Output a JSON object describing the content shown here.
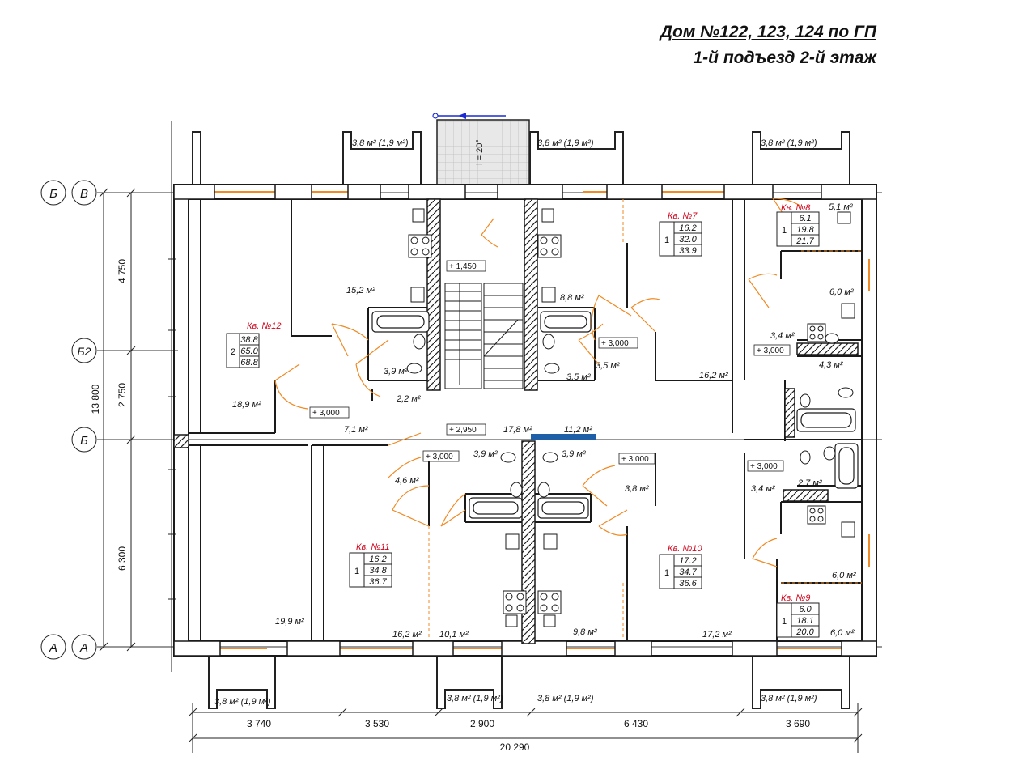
{
  "header": {
    "title": "Дом №122, 123, 124 по ГП",
    "subtitle": "1-й подъезд 2-й этаж"
  },
  "colors": {
    "walls": "#1a1a1a",
    "door_arcs": "#f08a24",
    "apartment_labels": "#d0021b",
    "highlight": "#1f5fa8",
    "arrow": "#1a2bd6"
  },
  "axes": {
    "row": [
      "В",
      "Б2",
      "Б",
      "А"
    ],
    "row_left": [
      "Б",
      "А"
    ]
  },
  "dimensions": {
    "vertical": [
      "4 750",
      "2 750",
      "6 300",
      "13 800"
    ],
    "horizontal": [
      "3 740",
      "3 530",
      "2 900",
      "6 430",
      "3 690"
    ],
    "total": "20 290"
  },
  "apartments": [
    {
      "name": "Кв. №12",
      "rooms": "2",
      "areas": [
        "38.8",
        "65.0",
        "68.8"
      ]
    },
    {
      "name": "Кв. №7",
      "rooms": "1",
      "areas": [
        "16.2",
        "32.0",
        "33.9"
      ]
    },
    {
      "name": "Кв. №8",
      "rooms": "1",
      "areas": [
        "6.1",
        "19.8",
        "21.7"
      ]
    },
    {
      "name": "Кв. №11",
      "rooms": "1",
      "areas": [
        "16.2",
        "34.8",
        "36.7"
      ]
    },
    {
      "name": "Кв. №10",
      "rooms": "1",
      "areas": [
        "17.2",
        "34.7",
        "36.6"
      ]
    },
    {
      "name": "Кв. №9",
      "rooms": "1",
      "areas": [
        "6.0",
        "18.1",
        "20.0"
      ]
    }
  ],
  "room_areas": {
    "r15_2": "15,2 м²",
    "r18_9": "18,9 м²",
    "r19_9": "19,9 м²",
    "r16_2a": "16,2 м²",
    "r10_1": "10,1 м²",
    "r9_8": "9,8 м²",
    "r17_2": "17,2 м²",
    "r16_2b": "16,2 м²",
    "r8_8": "8,8 м²",
    "r3_9a": "3,9 м²",
    "r3_5a": "3,5 м²",
    "r3_5b": "3,5 м²",
    "r2_2": "2,2 м²",
    "r7_1": "7,1 м²",
    "r17_8": "17,8 м²",
    "r11_2": "11,2 м²",
    "r3_9b": "3,9 м²",
    "r3_9c": "3,9 м²",
    "r4_6": "4,6 м²",
    "r3_8": "3,8 м²",
    "r3_4a": "3,4 м²",
    "r3_4b": "3,4 м²",
    "r4_3": "4,3 м²",
    "r2_7": "2,7 м²",
    "r6_0a": "6,0 м²",
    "r6_0b": "6,0 м²",
    "r6_0c": "6,0 м²",
    "r5_1": "5,1 м²"
  },
  "balconies": {
    "top_left": "3,8 м² (1,9 м²)",
    "top_mid": "3,8 м² (1,9 м²)",
    "top_right": "3,8 м² (1,9 м²)",
    "bot_1": "3,8 м² (1,9 м²)",
    "bot_2": "3,8 м² (1,9 м²)",
    "bot_3": "3,8 м² (1,9 м²)",
    "bot_4": "3,8 м² (1,9 м²)"
  },
  "levels": {
    "l1": "+ 1,450",
    "l2": "+ 3,000",
    "l3": "+ 3,000",
    "l4": "+ 3,000",
    "l5": "+ 2,950",
    "l6": "+ 3,000",
    "l7": "+ 3,000",
    "l8": "+ 3,000"
  },
  "ramp": "i = 20°"
}
